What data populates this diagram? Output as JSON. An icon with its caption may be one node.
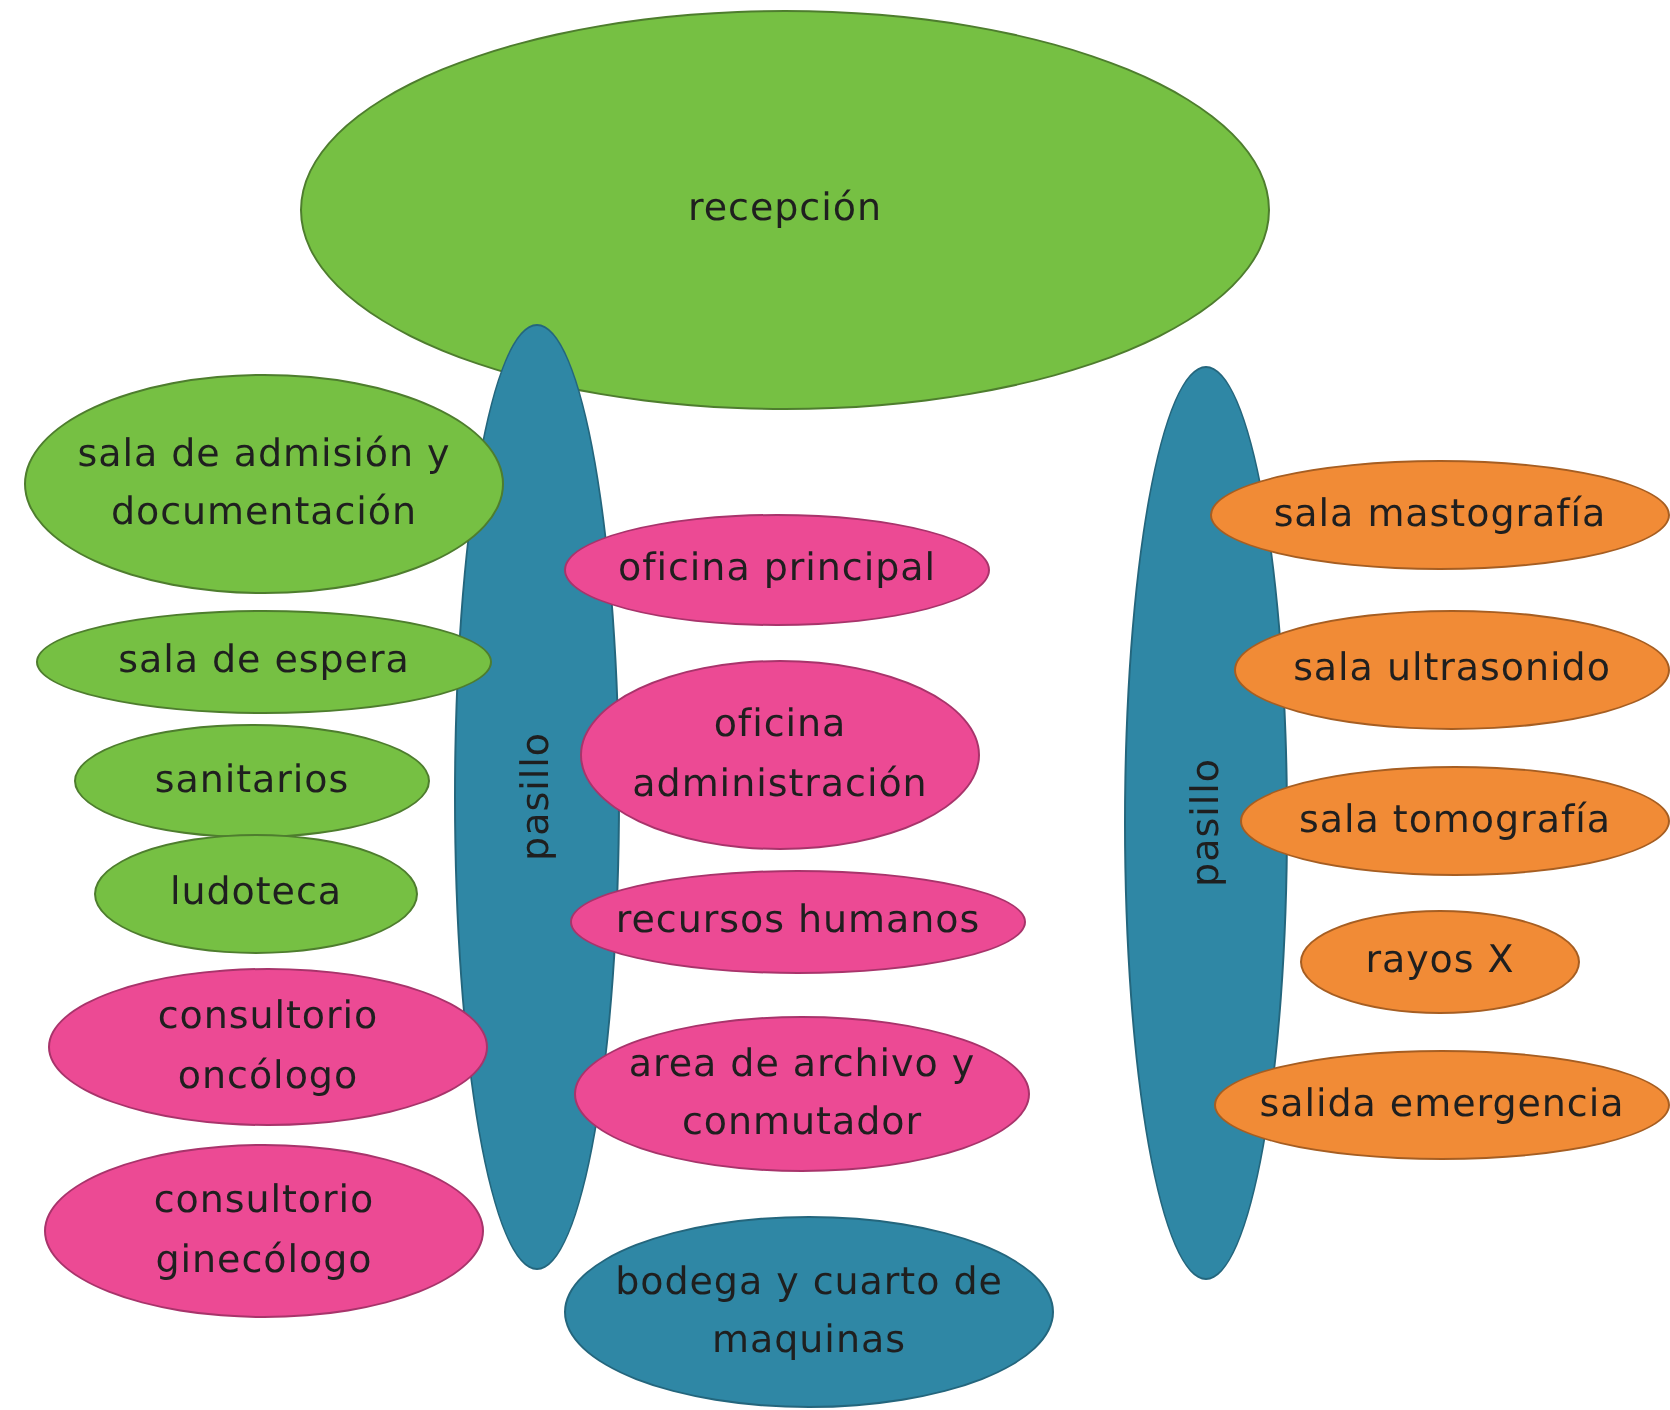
{
  "diagram": {
    "nodes": [
      {
        "text": [
          "recepción"
        ]
      },
      {
        "text": [
          "sala de admisión y documentación"
        ]
      },
      {
        "text": [
          "pasillo"
        ]
      },
      {
        "text": [
          "oficina principal"
        ]
      },
      {
        "text": [
          "sala de espera"
        ]
      },
      {
        "text": [
          "oficina administración"
        ]
      },
      {
        "text": [
          "sanitarios"
        ]
      },
      {
        "text": [
          "recursos humanos"
        ]
      },
      {
        "text": [
          "ludoteca"
        ]
      },
      {
        "text": [
          "area de archivo y conmutador"
        ]
      },
      {
        "text": [
          "consultorio oncólogo"
        ]
      },
      {
        "text": [
          "consultorio ginecólogo"
        ]
      },
      {
        "text": [
          "bodega y cuarto de maquinas"
        ]
      },
      {
        "text": [
          "pasillo"
        ]
      },
      {
        "text": [
          "sala mastografía"
        ]
      },
      {
        "text": [
          "sala ultrasonido"
        ]
      },
      {
        "text": [
          "sala tomografía"
        ]
      },
      {
        "text": [
          "rayos X"
        ]
      },
      {
        "text": [
          "salida emergencia"
        ]
      }
    ]
  }
}
